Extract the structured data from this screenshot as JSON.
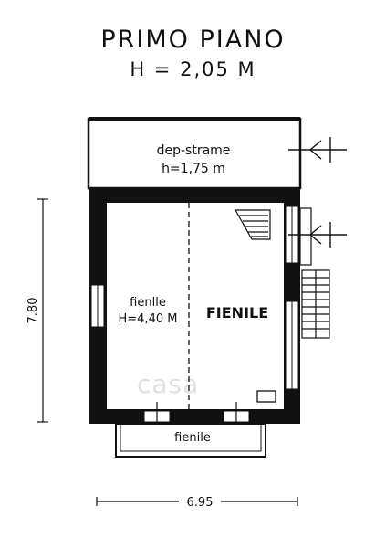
{
  "header": {
    "title": "PRIMO PIANO",
    "height": "H = 2,05 M"
  },
  "rooms": {
    "storage_name": "dep-strame",
    "storage_height": "h=1,75 m",
    "hayloft_small_name": "fienlle",
    "hayloft_small_height": "H=4,40 M",
    "hayloft_main_name": "FIENILE",
    "balcony_name": "fienile"
  },
  "dimensions": {
    "height": "7.80",
    "width": "6.95"
  },
  "watermark": "casa"
}
